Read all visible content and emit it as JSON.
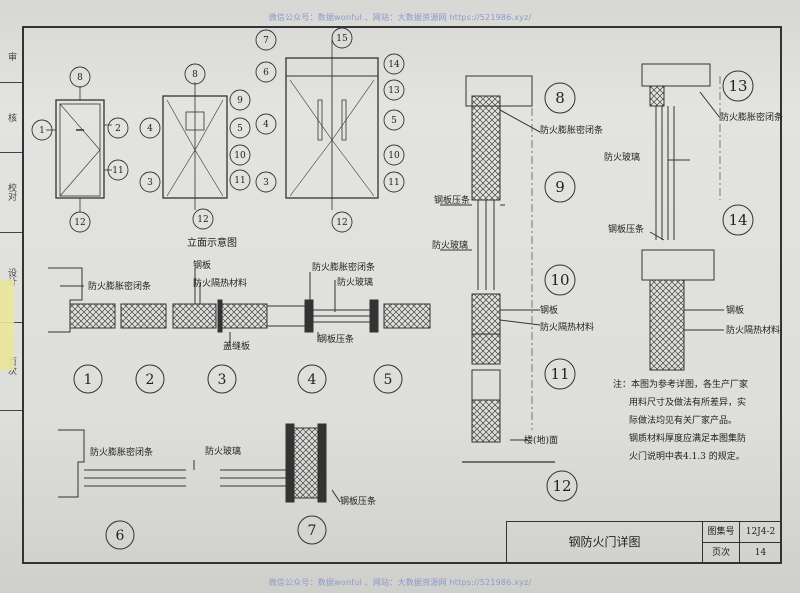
{
  "watermark": {
    "top": "微信公众号：数据wonful 、网站：大数据资源网 https://521986.xyz/",
    "bottom": "微信公众号：数据wonful 、网站：大数据资源网 https://521986.xyz/"
  },
  "left_strip": {
    "cells": [
      "审",
      "核",
      "校对",
      "设计",
      "页次"
    ]
  },
  "elevation": {
    "caption": "立面示意图",
    "markers": [
      "1",
      "2",
      "3",
      "4",
      "5",
      "6",
      "7",
      "8",
      "9",
      "10",
      "11",
      "12",
      "13",
      "14",
      "15"
    ]
  },
  "details": {
    "labels": {
      "d1_seal": "防火膨胀密闭条",
      "d3_steel": "钢板",
      "d3_insul": "防火隔热材料",
      "d3_cover": "盖缝板",
      "d4_seal": "防火膨胀密闭条",
      "d4_glass": "防火玻璃",
      "d4_press": "钢板压条",
      "d6_seal": "防火膨胀密闭条",
      "d6_glass": "防火玻璃",
      "d7_press": "钢板压条",
      "v_seal": "防火膨胀密闭条",
      "v_press": "钢板压条",
      "v_glass": "防火玻璃",
      "v_steel": "钢板",
      "v_insul": "防火隔热材料",
      "v_floor": "楼(地)面",
      "r_seal": "防火膨胀密闭条",
      "r_glass": "防火玻璃",
      "r_press": "钢板压条",
      "r_steel": "钢板",
      "r_insul": "防火隔热材料"
    },
    "numbers": [
      "1",
      "2",
      "3",
      "4",
      "5",
      "6",
      "7",
      "8",
      "9",
      "10",
      "11",
      "12",
      "13",
      "14"
    ]
  },
  "note": {
    "lines": [
      "注：本图为参考详图，各生产厂家",
      "用料尺寸及做法有所差异，实",
      "际做法均见有关厂家产品。",
      "钢质材料厚度应满足本图集防",
      "火门说明中表4.1.3 的规定。"
    ]
  },
  "title_block": {
    "title": "钢防火门详图",
    "atlas_label": "图集号",
    "atlas_value": "12J4-2",
    "page_label": "页次",
    "page_value": "14"
  }
}
